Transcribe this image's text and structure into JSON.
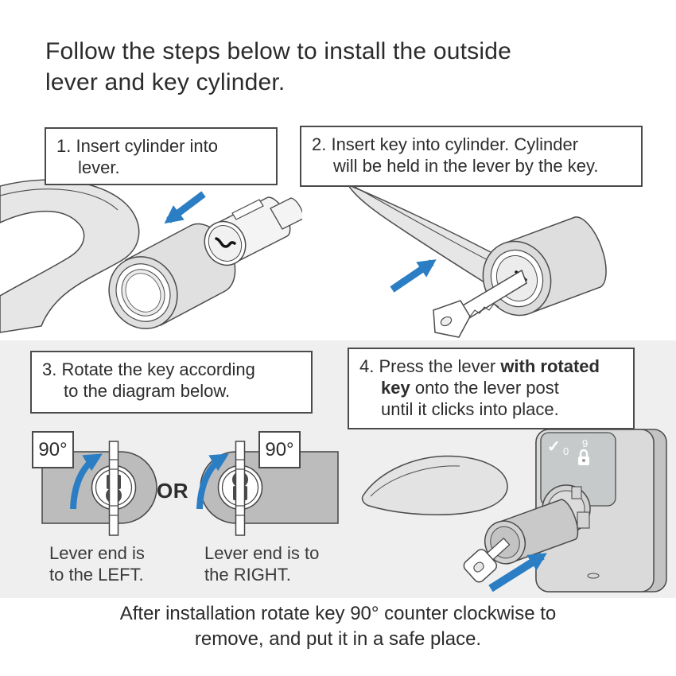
{
  "title": {
    "lines": [
      "Follow the steps below to install the outside",
      "lever and key cylinder."
    ]
  },
  "steps": [
    {
      "id": 1,
      "lines": [
        "1. Insert cylinder into",
        "lever."
      ]
    },
    {
      "id": 2,
      "lines": [
        "2. Insert key into cylinder. Cylinder",
        "will be held in the lever by the key."
      ]
    },
    {
      "id": 3,
      "lines": [
        "3. Rotate the key according",
        "to the diagram below."
      ]
    },
    {
      "id": 4,
      "line1_pre": "4. Press the lever ",
      "line1_bold": "with rotated",
      "line2_bold": "key",
      "line2_post": " onto the lever post",
      "line3": "until it clicks into place."
    }
  ],
  "rotation_diagram": {
    "left_angle_label": "90°",
    "right_angle_label": "90°",
    "or_label": "OR",
    "left_caption_lines": [
      "Lever end is",
      "to the LEFT."
    ],
    "right_caption_lines": [
      "Lever end is to",
      "the RIGHT."
    ]
  },
  "keypad": {
    "check_icon": "✓",
    "digit_0": "0",
    "digit_9": "9"
  },
  "footer": {
    "lines": [
      "After installation rotate key 90° counter clockwise to",
      "remove, and put it in a safe place."
    ]
  },
  "colors": {
    "accent_blue": "#2b7ec4",
    "section_background": "#efefef",
    "diagram_gray": "#bcbcbc",
    "outline": "#4a4a4a",
    "text": "#2d2d2d"
  }
}
